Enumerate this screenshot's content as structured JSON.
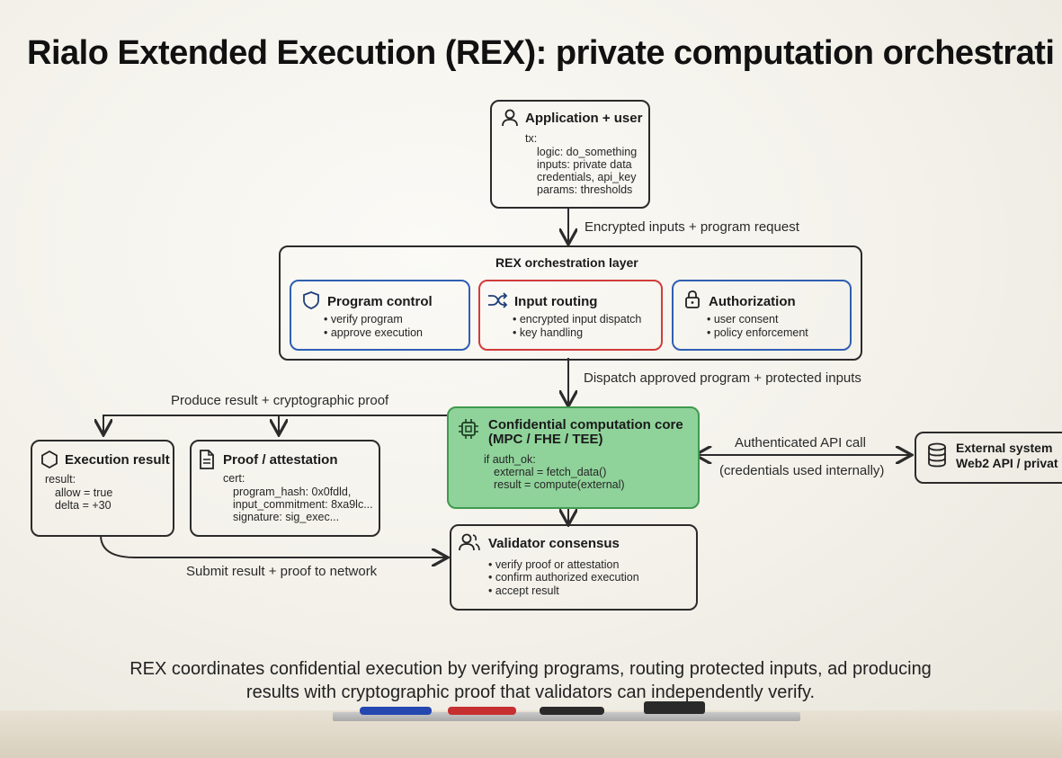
{
  "title": "Rialo Extended Execution (REX): private computation orchestrati",
  "app": {
    "title": "Application + user",
    "lines": [
      "tx:",
      "logic: do_something",
      "inputs: private data",
      "credentials, api_key",
      "params: thresholds"
    ]
  },
  "edges": {
    "encrypted": "Encrypted inputs + program request",
    "dispatch": "Dispatch approved program + protected inputs",
    "produce": "Produce result + cryptographic proof",
    "api_call": "Authenticated API call",
    "credentials": "(credentials used internally)",
    "submit": "Submit result + proof to network"
  },
  "rex": {
    "title": "REX orchestration layer",
    "program_control": {
      "title": "Program control",
      "items": [
        "verify program",
        "approve execution"
      ]
    },
    "input_routing": {
      "title": "Input routing",
      "items": [
        "encrypted input dispatch",
        "key handling"
      ]
    },
    "authorization": {
      "title": "Authorization",
      "items": [
        "user consent",
        "policy enforcement"
      ]
    }
  },
  "core": {
    "title": "Confidential computation core",
    "subtitle": "(MPC / FHE / TEE)",
    "lines": [
      "if auth_ok:",
      "external = fetch_data()",
      "result = compute(external)"
    ]
  },
  "exec_result": {
    "title": "Execution result",
    "lines": [
      "result:",
      "allow = true",
      "delta = +30"
    ]
  },
  "proof": {
    "title": "Proof / attestation",
    "lines": [
      "cert:",
      "program_hash: 0x0fdld,",
      "input_commitment: 8xa9lc...",
      "signature: sig_exec..."
    ]
  },
  "external": {
    "title": "External system",
    "subtitle": "Web2 API / privat"
  },
  "validator": {
    "title": "Validator consensus",
    "items": [
      "verify proof or attestation",
      "confirm authorized execution",
      "accept result"
    ]
  },
  "caption": {
    "line1": "REX coordinates confidential execution by verifying programs, routing protected inputs, ad producing",
    "line2": "results with cryptographic proof that validators can independently verify."
  },
  "colors": {
    "program_control": "#2f5fb3",
    "input_routing": "#d23b3b",
    "authorization": "#2f5fb3",
    "core_fill": "#8fd39a",
    "core_border": "#3f9a4f"
  },
  "icons": {
    "app": "user-icon",
    "program_control": "shield-icon",
    "input_routing": "shuffle-icon",
    "authorization": "lock-icon",
    "core": "chip-icon",
    "exec_result": "hexagon-icon",
    "proof": "document-icon",
    "external": "database-icon",
    "validator": "users-icon"
  }
}
